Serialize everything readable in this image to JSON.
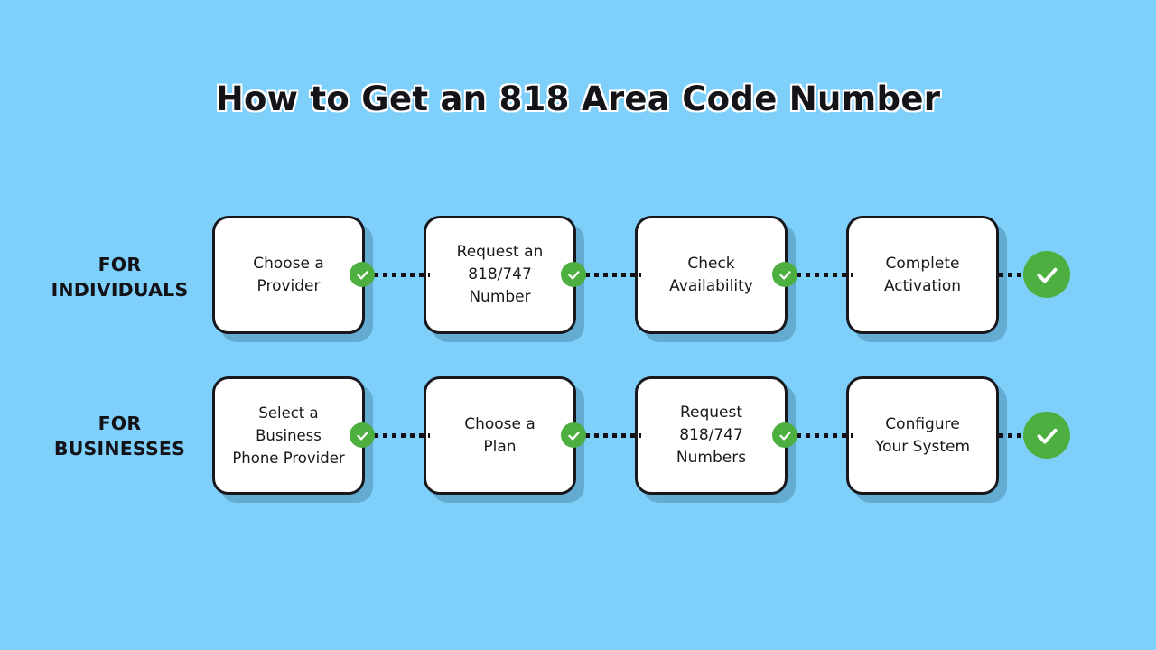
{
  "title": "How to Get an 818 Area Code Number",
  "colors": {
    "background": "#7ed0fb",
    "card_background": "#ffffff",
    "card_border": "#17171c",
    "text": "#18181d",
    "badge_green": "#4caf3f",
    "connector": "#111118",
    "title_text": "#131318",
    "title_outline": "#ffffff"
  },
  "rows": [
    {
      "label_lines": [
        "FOR",
        "INDIVIDUALS"
      ],
      "steps": [
        {
          "lines": [
            "Choose a",
            "Provider"
          ],
          "badge": "check-badge"
        },
        {
          "lines": [
            "Request an",
            "818/747",
            "Number"
          ],
          "badge": "check-badge"
        },
        {
          "lines": [
            "Check",
            "Availability"
          ],
          "badge": "check-badge"
        },
        {
          "lines": [
            "Complete",
            "Activation"
          ],
          "badge": "check-badge-final"
        }
      ]
    },
    {
      "label_lines": [
        "FOR",
        "BUSINESSES"
      ],
      "steps": [
        {
          "lines": [
            "Select a",
            "Business",
            "Phone Provider"
          ],
          "badge": "check-badge"
        },
        {
          "lines": [
            "Choose a",
            "Plan"
          ],
          "badge": "check-badge"
        },
        {
          "lines": [
            "Request",
            "818/747",
            "Numbers"
          ],
          "badge": "check-badge"
        },
        {
          "lines": [
            "Configure",
            "Your System"
          ],
          "badge": "check-badge-final"
        }
      ]
    }
  ]
}
